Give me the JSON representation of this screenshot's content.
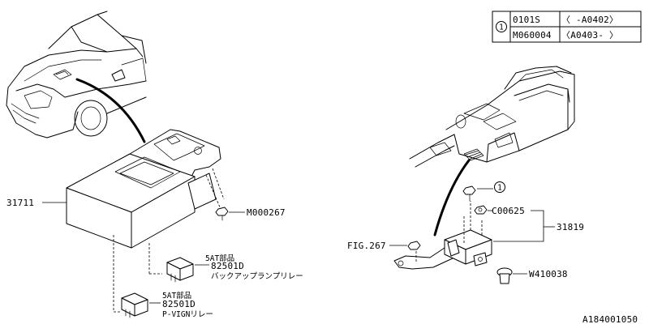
{
  "applicability_table": {
    "index_symbol": "1",
    "rows": [
      {
        "code": "0101S",
        "range": "〈      -A0402〉"
      },
      {
        "code": "M060004",
        "range": "〈A0403-      〉"
      }
    ]
  },
  "callouts": {
    "part_31711": "31711",
    "bolt_m000267": "M000267",
    "relay_note_1": "5AT部品",
    "relay_part_1": "82501D",
    "relay_name_1": "バックアップランプリレー",
    "relay_note_2": "5AT部品",
    "relay_part_2": "82501D",
    "relay_name_2": "P-VIGNリレー",
    "ref_symbol": "1",
    "nut_c00625": "C00625",
    "part_31819": "31819",
    "fig_ref": "FIG.267",
    "clip_w410038": "W410038"
  },
  "illustration_id": "A184001050"
}
